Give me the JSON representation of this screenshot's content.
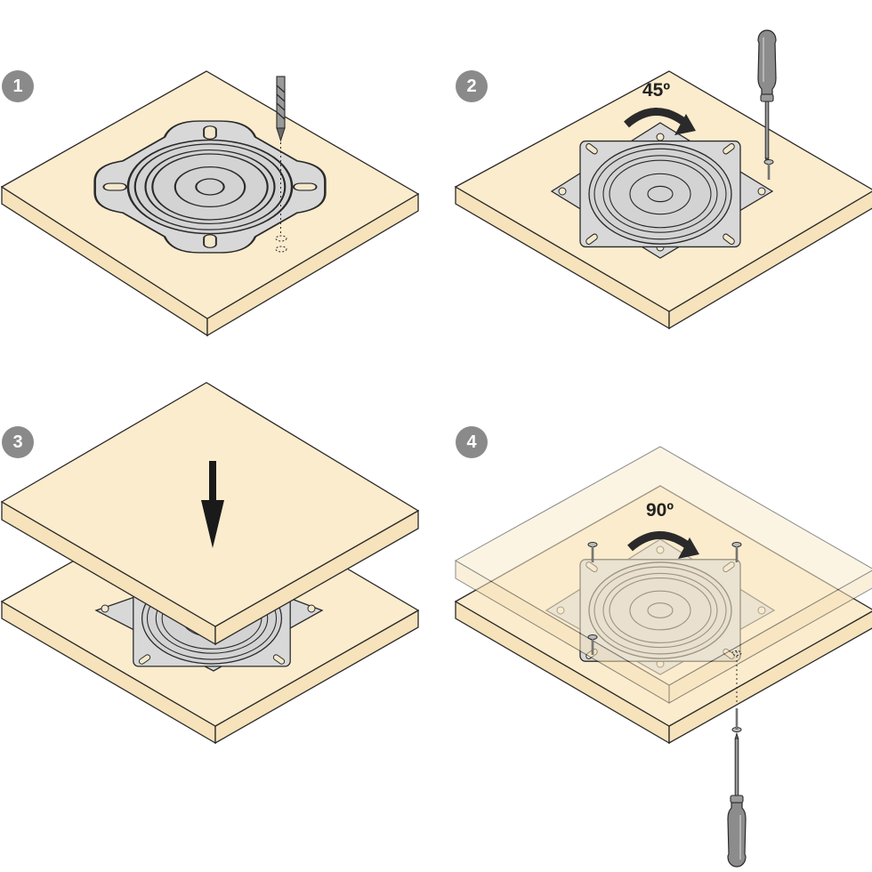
{
  "steps": [
    {
      "number": "1"
    },
    {
      "number": "2",
      "rotation_label": "45º"
    },
    {
      "number": "3"
    },
    {
      "number": "4",
      "rotation_label": "90º"
    }
  ],
  "colors": {
    "board_top": "#fbeccd",
    "board_side": "#f6e2bb",
    "plate": "#d8d8d8",
    "outline": "#2a2a2a",
    "badge": "#8a8a8a",
    "tool": "#8c8c8c"
  },
  "icons": [
    "drill-bit-icon",
    "screwdriver-icon",
    "rotation-arrow-icon",
    "down-arrow-icon",
    "screw-icon"
  ]
}
